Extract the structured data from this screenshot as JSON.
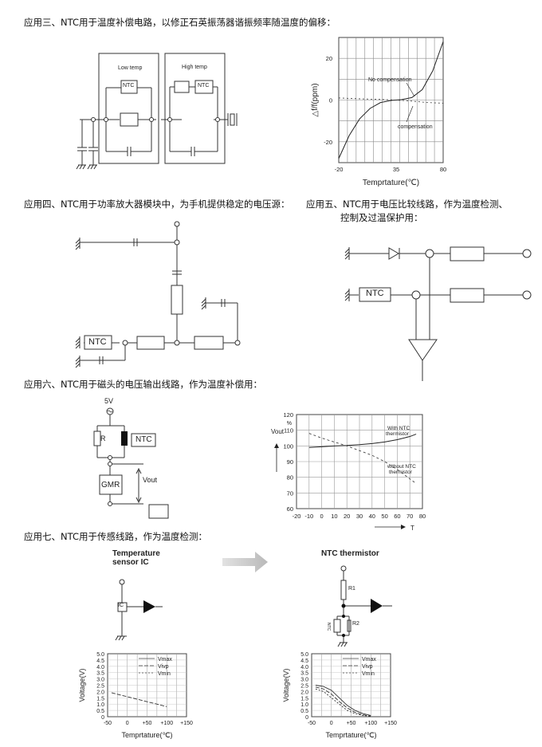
{
  "captions": {
    "app3": "应用三、NTC用于温度补偿电路，以修正石英振荡器谐振频率随温度的偏移：",
    "app4": "应用四、NTC用于功率放大器模块中，为手机提供稳定的电压源：",
    "app5_line1": "应用五、NTC用于电压比较线路，作为温度检测、",
    "app5_line2": "控制及过温保护用：",
    "app6": "应用六、NTC用于磁头的电压输出线路，作为温度补偿用：",
    "app7": "应用七、NTC用于传感线路，作为温度检测："
  },
  "circuit3": {
    "box1_label": "Low temp",
    "box2_label": "High temp",
    "ntc": "NTC"
  },
  "circuit4": {
    "ntc": "NTC"
  },
  "circuit5": {
    "ntc": "NTC"
  },
  "circuit6": {
    "supply": "5V",
    "r": "R",
    "ntc": "NTC",
    "gmr": "GMR",
    "vout": "Vout"
  },
  "circuit7": {
    "left_title_1": "Temperature",
    "left_title_2": "sensor IC",
    "right_title": "NTC thermistor",
    "ic": "IC",
    "r1": "R1",
    "r2": "R2",
    "ntc_vertical": "NTC"
  },
  "chart_data": [
    {
      "type": "line",
      "id": "freq-drift",
      "ylabel": "△f/f(ppm)",
      "xlabel": "Temprtature(℃)",
      "x_ticks": [
        "-20",
        "35",
        "80"
      ],
      "y_ticks": [
        "20",
        "0",
        "-20"
      ],
      "xlim": [
        -20,
        80
      ],
      "ylim": [
        -30,
        30
      ],
      "annotations": [
        "No compensation",
        "compensation"
      ],
      "series": [
        {
          "name": "No compensation",
          "x": [
            -20,
            -10,
            0,
            10,
            20,
            30,
            35,
            40,
            50,
            60,
            70,
            80
          ],
          "y": [
            -28,
            -17,
            -9,
            -4,
            -1.2,
            -0.2,
            0,
            0.2,
            1.2,
            5,
            14,
            28
          ]
        },
        {
          "name": "compensation",
          "x": [
            -20,
            0,
            20,
            35,
            50,
            65,
            80
          ],
          "y": [
            1,
            0.6,
            0.3,
            0,
            -0.5,
            -1.2,
            -1.5
          ]
        }
      ]
    },
    {
      "type": "line",
      "id": "gmr-vout",
      "ylabel": "Vout",
      "yunit": "%",
      "xlabel": "T",
      "x_ticks": [
        "-20",
        "-10",
        "0",
        "10",
        "20",
        "30",
        "40",
        "50",
        "60",
        "70",
        "80"
      ],
      "y_ticks": [
        "120",
        "110",
        "100",
        "90",
        "80",
        "70",
        "60"
      ],
      "xlim": [
        -20,
        80
      ],
      "ylim": [
        60,
        120
      ],
      "annotations": [
        "With NTC thermistor",
        "without NTC thermistor"
      ],
      "series": [
        {
          "name": "With NTC thermistor",
          "x": [
            -10,
            0,
            10,
            20,
            30,
            40,
            50,
            60,
            70,
            75
          ],
          "y": [
            99,
            99.5,
            100,
            100.3,
            100.8,
            101.5,
            102.5,
            104,
            106,
            107.5
          ]
        },
        {
          "name": "without NTC thermistor",
          "x": [
            -10,
            0,
            10,
            20,
            30,
            40,
            50,
            60,
            70,
            75
          ],
          "y": [
            108,
            105,
            102.5,
            100,
            97,
            94,
            90,
            85,
            79,
            76
          ]
        }
      ]
    },
    {
      "type": "line",
      "id": "ic-voltage",
      "ylabel": "Voltage(V)",
      "xlabel": "Temprtature(℃)",
      "x_ticks": [
        "-50",
        "0",
        "+50",
        "+100",
        "+150"
      ],
      "y_ticks": [
        "5.0",
        "4.5",
        "4.0",
        "3.5",
        "3.0",
        "2.5",
        "2.0",
        "1.5",
        "1.0",
        "0.5",
        "0"
      ],
      "xlim": [
        -50,
        150
      ],
      "ylim": [
        0,
        5
      ],
      "legend": [
        "Vmax",
        "Vivp",
        "Vmin"
      ],
      "series": [
        {
          "name": "Vivp",
          "x": [
            -40,
            100
          ],
          "y": [
            1.9,
            0.8
          ]
        }
      ]
    },
    {
      "type": "line",
      "id": "ntc-voltage",
      "ylabel": "Voltage(V)",
      "xlabel": "Temprtature(℃)",
      "x_ticks": [
        "-50",
        "0",
        "+50",
        "+100",
        "+150"
      ],
      "y_ticks": [
        "5.0",
        "4.5",
        "4.0",
        "3.5",
        "3.0",
        "2.5",
        "2.0",
        "1.5",
        "1.0",
        "0.5",
        "0"
      ],
      "xlim": [
        -50,
        150
      ],
      "ylim": [
        0,
        5
      ],
      "legend": [
        "Vmax",
        "Vivp",
        "Vmin"
      ],
      "series": [
        {
          "name": "Vmax",
          "x": [
            -40,
            -20,
            0,
            20,
            40,
            60,
            80,
            100
          ],
          "y": [
            2.5,
            2.4,
            2.1,
            1.5,
            0.9,
            0.5,
            0.25,
            0.1
          ]
        },
        {
          "name": "Vivp",
          "x": [
            -40,
            -20,
            0,
            20,
            40,
            60,
            80,
            100
          ],
          "y": [
            2.35,
            2.2,
            1.8,
            1.2,
            0.7,
            0.35,
            0.15,
            0.05
          ]
        },
        {
          "name": "Vmin",
          "x": [
            -40,
            -20,
            0,
            20,
            40,
            60,
            80,
            100
          ],
          "y": [
            2.2,
            2.0,
            1.5,
            1.0,
            0.5,
            0.25,
            0.1,
            0.03
          ]
        }
      ]
    }
  ]
}
